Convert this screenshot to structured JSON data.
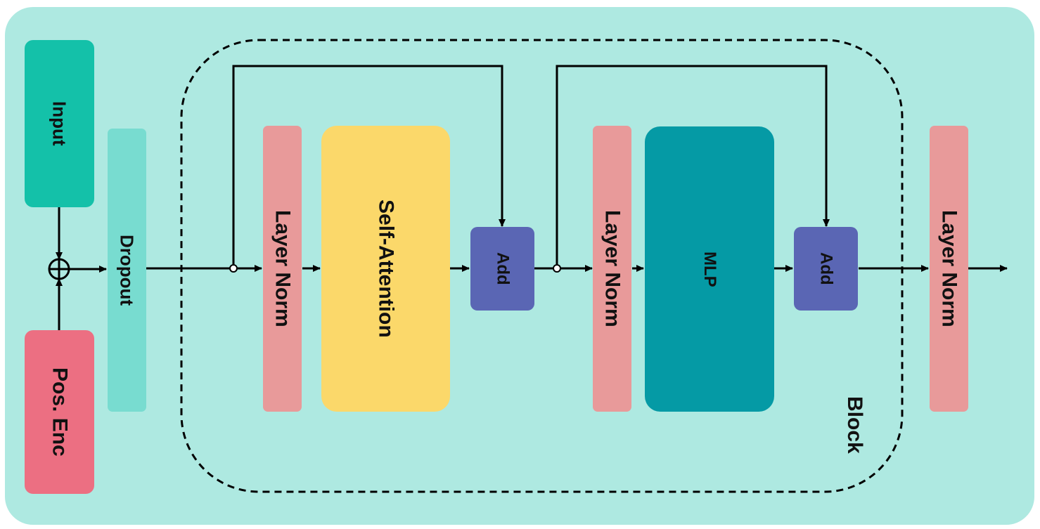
{
  "diagram": {
    "input_label": "Input",
    "pos_enc_label": "Pos. Enc",
    "dropout_label": "Dropout",
    "layer_norm_1_label": "Layer Norm",
    "self_attention_label": "Self-Attention",
    "add_1_label": "Add",
    "layer_norm_2_label": "Layer Norm",
    "mlp_label": "MLP",
    "add_2_label": "Add",
    "final_layer_norm_label": "Layer Norm",
    "block_label": "Block"
  },
  "colors": {
    "background": "#aee9e1",
    "input": "#14c1a9",
    "pos_enc": "#ec6f82",
    "dropout": "#78dcd0",
    "layer_norm": "#e89a9a",
    "self_attention": "#fbd86a",
    "add": "#5a66b4",
    "mlp": "#059aa5",
    "lines": "#000000"
  }
}
